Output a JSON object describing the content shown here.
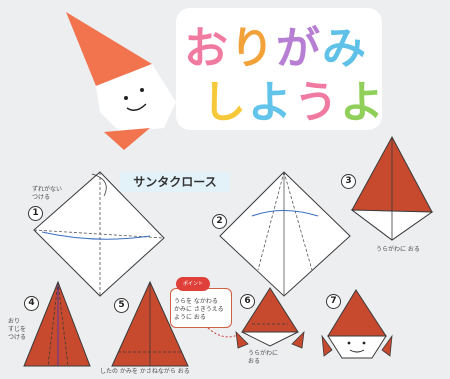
{
  "title": {
    "line1": [
      {
        "char": "お",
        "color": "#f07aa0"
      },
      {
        "char": "り",
        "color": "#f3a23a"
      },
      {
        "char": "が",
        "color": "#b77fd3"
      },
      {
        "char": "み",
        "color": "#5fc1e8"
      }
    ],
    "line2": [
      {
        "char": "し",
        "color": "#f6c93a"
      },
      {
        "char": "よ",
        "color": "#62c4ea"
      },
      {
        "char": "う",
        "color": "#f07aa0"
      },
      {
        "char": "よ",
        "color": "#8fcf5a"
      }
    ]
  },
  "subject_label": "サンタクロース",
  "steps": [
    {
      "number": "1",
      "note": "ずれがない\nつける"
    },
    {
      "number": "2",
      "note": ""
    },
    {
      "number": "3",
      "note": "うらがわに おる"
    },
    {
      "number": "4",
      "note": "おり\nすじを\nつける"
    },
    {
      "number": "5",
      "note": "したの かみを かさねながら おる"
    },
    {
      "number": "6",
      "note": "うらがわに\nおる"
    },
    {
      "number": "7",
      "note": ""
    }
  ],
  "hint": {
    "tag": "ポイント",
    "text": "うらを なかわる\nかみに さきうえる\nように おる"
  },
  "colors": {
    "paper_red": "#c74a2f",
    "paper_white": "#ffffff",
    "hat_orange": "#f2744f",
    "background": "#eceef0",
    "line": "#3a3a3a"
  }
}
